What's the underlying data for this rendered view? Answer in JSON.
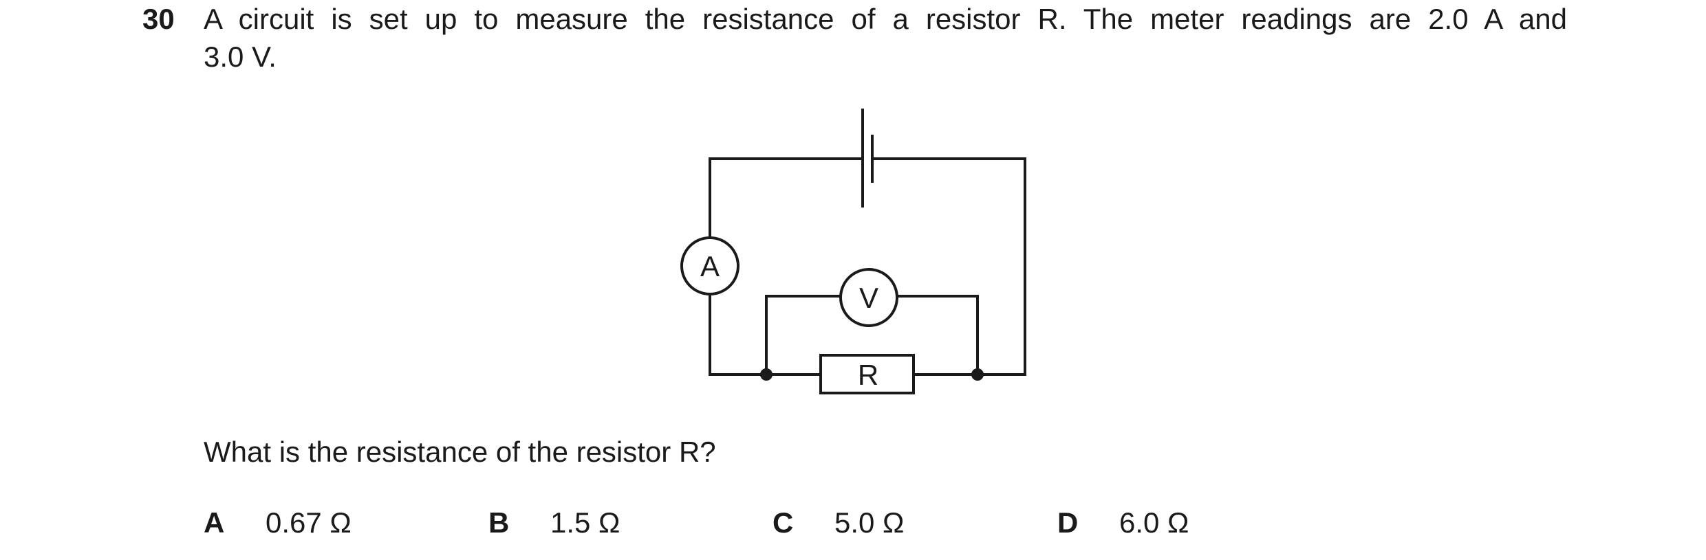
{
  "question": {
    "number": "30",
    "stem_line1": "A circuit is set up to measure the resistance of a resistor R. The meter readings are 2.0 A and",
    "stem_line2": "3.0 V.",
    "prompt": "What is the resistance of the resistor R?"
  },
  "diagram": {
    "ammeter_label": "A",
    "voltmeter_label": "V",
    "resistor_label": "R"
  },
  "options": [
    {
      "letter": "A",
      "value": "0.67 Ω"
    },
    {
      "letter": "B",
      "value": "1.5 Ω"
    },
    {
      "letter": "C",
      "value": "5.0 Ω"
    },
    {
      "letter": "D",
      "value": "6.0 Ω"
    }
  ]
}
